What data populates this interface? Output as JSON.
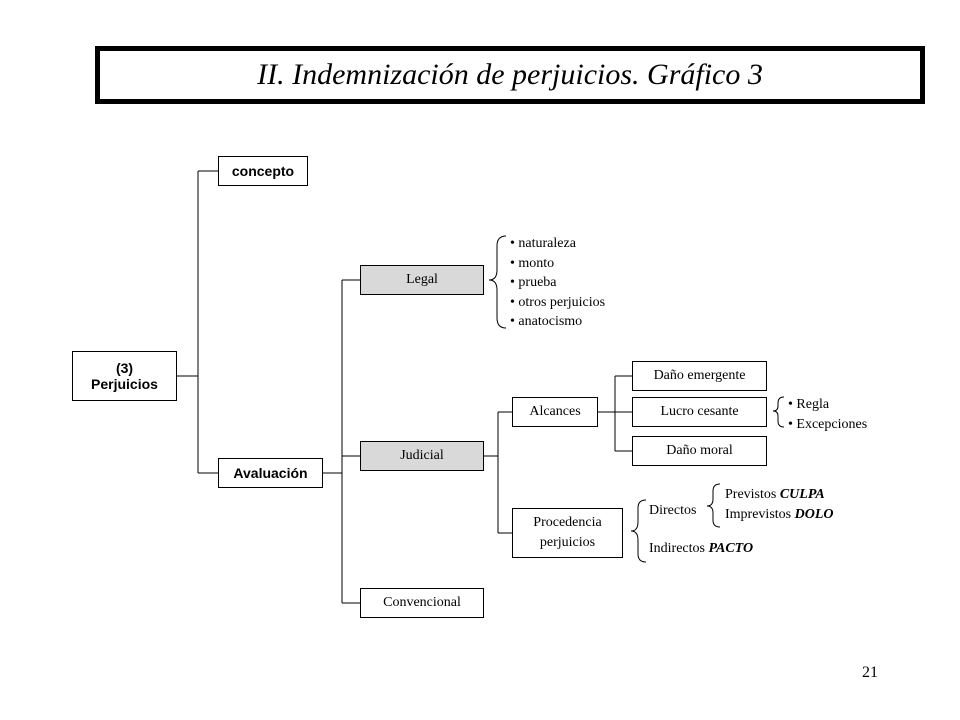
{
  "title": "II. Indemnización de perjuicios. Gráfico 3",
  "root": {
    "line1": "(3)",
    "line2": "Perjuicios"
  },
  "concepto": "concepto",
  "avaluacion": "Avaluación",
  "legal": "Legal",
  "judicial": "Judicial",
  "convencional": "Convencional",
  "legal_items": [
    "naturaleza",
    "monto",
    "prueba",
    "otros perjuicios",
    "anatocismo"
  ],
  "alcances": "Alcances",
  "procedencia": {
    "line1": "Procedencia",
    "line2": "perjuicios"
  },
  "dano_emergente": "Daño emergente",
  "lucro_cesante": "Lucro cesante",
  "dano_moral": "Daño moral",
  "lucro_items": [
    "Regla",
    "Excepciones"
  ],
  "directos": "Directos",
  "previstos": {
    "prefix": "Previstos ",
    "emph": "CULPA"
  },
  "imprevistos": {
    "prefix": "Imprevistos ",
    "emph": "DOLO"
  },
  "indirectos": {
    "prefix": "Indirectos ",
    "emph": "PACTO"
  },
  "page_number": "21"
}
